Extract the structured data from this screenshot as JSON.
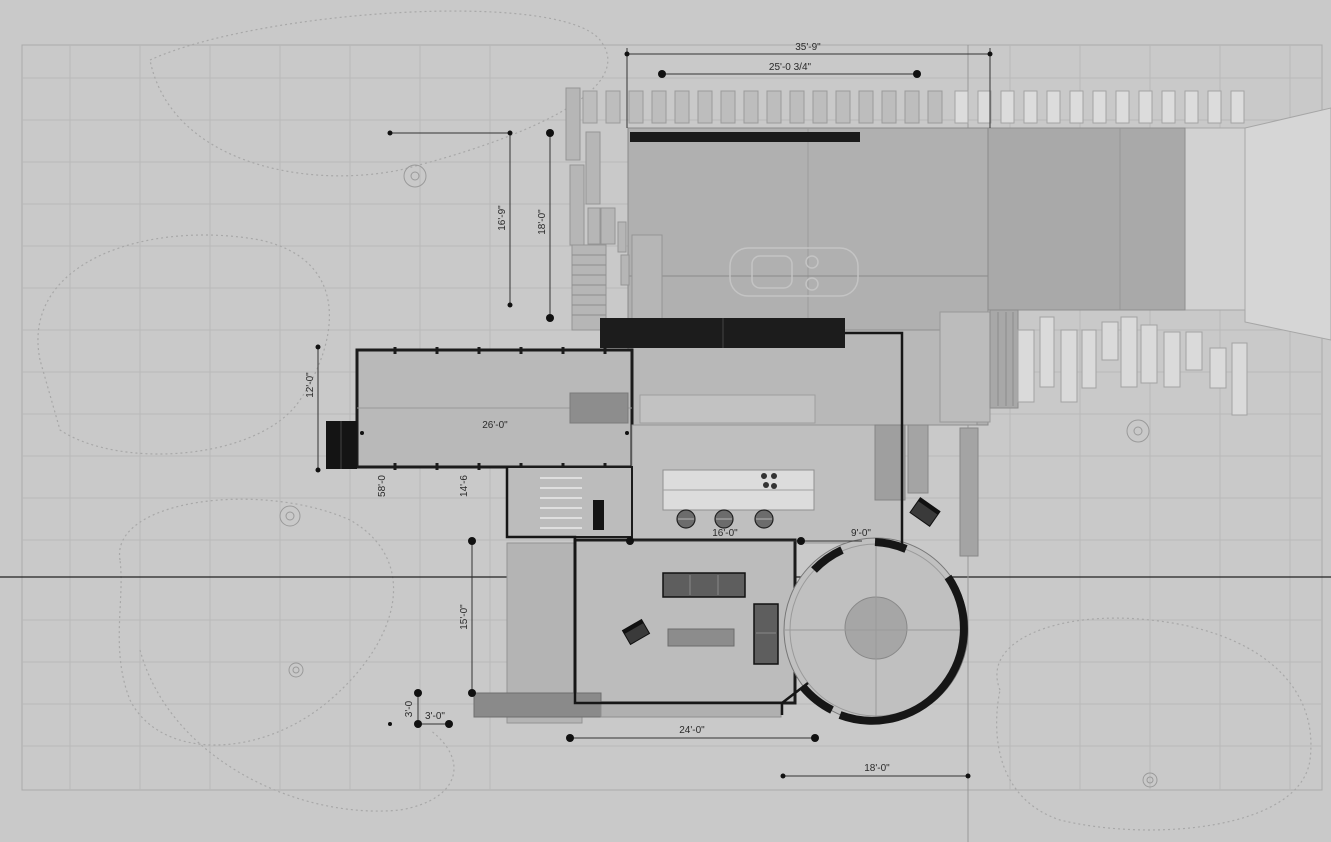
{
  "drawing": {
    "dimensions": [
      {
        "id": "dim-35-9",
        "text": "35'-9\""
      },
      {
        "id": "dim-25-0-3-4",
        "text": "25'-0 3/4\""
      },
      {
        "id": "dim-16-9",
        "text": "16'-9\""
      },
      {
        "id": "dim-18-0-vertical",
        "text": "18'-0\""
      },
      {
        "id": "dim-12-0",
        "text": "12'-0\""
      },
      {
        "id": "dim-26-0",
        "text": "26'-0\""
      },
      {
        "id": "dim-58-0",
        "text": "58'-0"
      },
      {
        "id": "dim-14-6",
        "text": "14'-6"
      },
      {
        "id": "dim-16-0",
        "text": "16'-0\""
      },
      {
        "id": "dim-9-0",
        "text": "9'-0\""
      },
      {
        "id": "dim-15-0",
        "text": "15'-0\""
      },
      {
        "id": "dim-3-0-vertical",
        "text": "3'-0"
      },
      {
        "id": "dim-3-0-horizontal",
        "text": "3'-0\""
      },
      {
        "id": "dim-24-0",
        "text": "24'-0\""
      },
      {
        "id": "dim-18-0-horizontal",
        "text": "18'-0\""
      }
    ]
  }
}
